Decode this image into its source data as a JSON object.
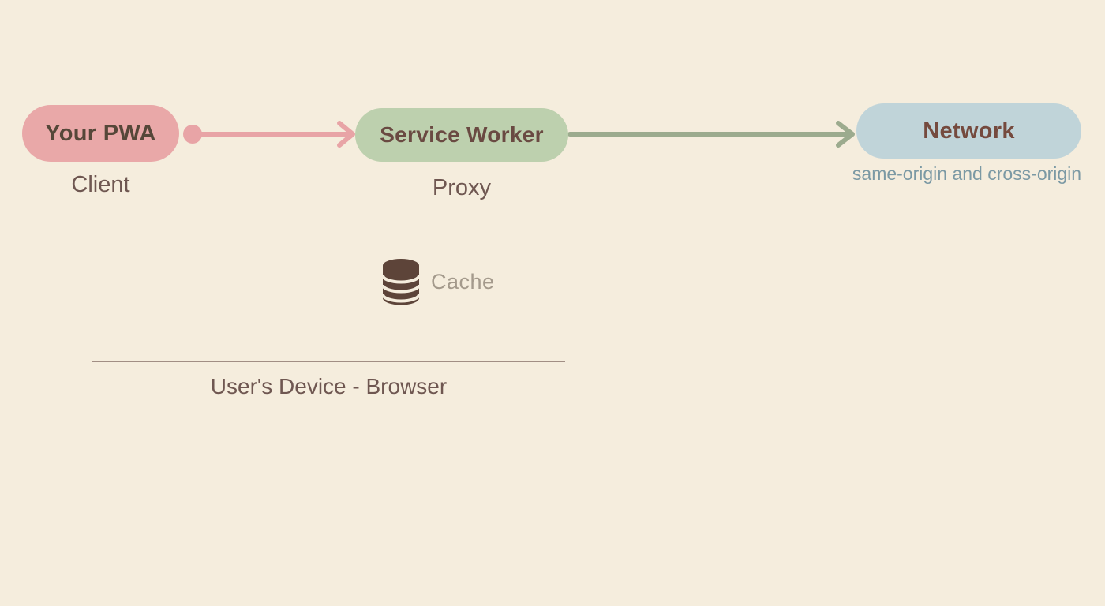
{
  "background": "#f5eddd",
  "nodes": {
    "pwa": {
      "label": "Your PWA",
      "sublabel": "Client",
      "fill": "#e9a8a8",
      "label_color": "#564739",
      "sublabel_color": "#6f5751"
    },
    "service_worker": {
      "label": "Service Worker",
      "sublabel": "Proxy",
      "fill": "#bdd0ae",
      "label_color": "#6a4a42",
      "sublabel_color": "#6f5751"
    },
    "network": {
      "label": "Network",
      "sublabel": "same-origin and cross-origin",
      "fill": "#c0d4d9",
      "label_color": "#754a3e",
      "sublabel_color": "#7b99a4"
    }
  },
  "arrows": {
    "pwa_to_service_worker": {
      "color": "#e8a4a6"
    },
    "service_worker_to_network": {
      "color": "#9cab8e"
    }
  },
  "cache": {
    "label": "Cache",
    "icon": "database-icon",
    "icon_color": "#5d4439",
    "label_color": "#a49a8c"
  },
  "device_boundary": {
    "label": "User's Device - Browser",
    "line_color": "#a18e84",
    "label_color": "#6f5751"
  }
}
